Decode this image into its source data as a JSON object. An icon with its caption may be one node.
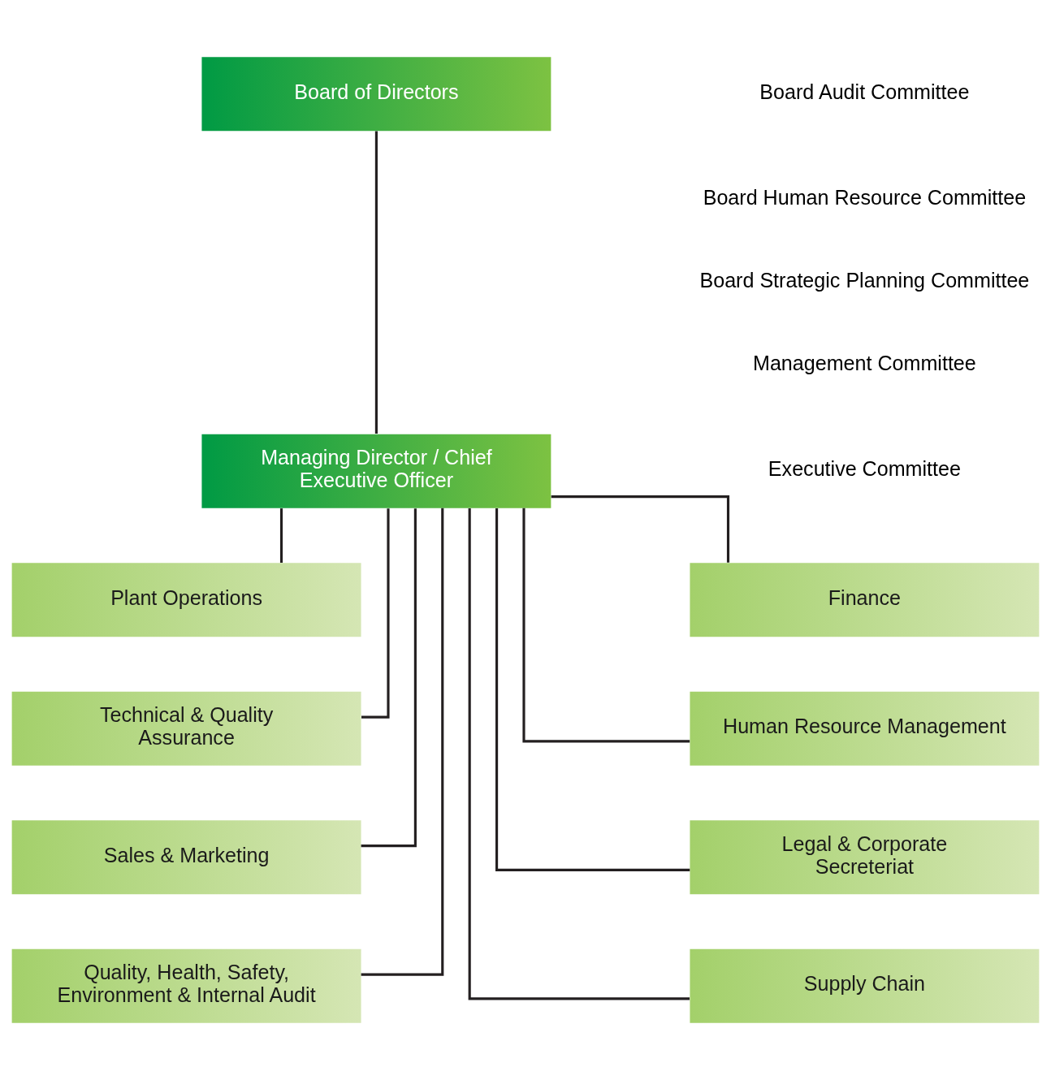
{
  "diagram": {
    "nodes": [
      {
        "text": [
          "Board of Directors"
        ]
      },
      {
        "text": [
          "Managing Director / Chief Executive Officer"
        ]
      },
      {
        "text": [
          "Finance"
        ]
      },
      {
        "text": [
          "Human Resource Management"
        ]
      },
      {
        "text": [
          "Legal & Corporate Secreteriat"
        ]
      },
      {
        "text": [
          "Supply Chain"
        ]
      },
      {
        "text": [
          "Plant Operations"
        ]
      },
      {
        "text": [
          "Technical & Quality Assurance"
        ]
      },
      {
        "text": [
          "Sales & Marketing"
        ]
      },
      {
        "text": [
          "Quality, Health, Safety, Environment & Internal Audit"
        ]
      }
    ],
    "edges": [
      {
        "from": 0,
        "to": 1,
        "arrow": "none"
      },
      {
        "from": 1,
        "to": 2,
        "arrow": "none"
      },
      {
        "from": 1,
        "to": 3,
        "arrow": "none"
      },
      {
        "from": 1,
        "to": 4,
        "arrow": "none"
      },
      {
        "from": 1,
        "to": 5,
        "arrow": "none"
      },
      {
        "from": 1,
        "to": 6,
        "arrow": "none"
      },
      {
        "from": 1,
        "to": 7,
        "arrow": "none"
      },
      {
        "from": 1,
        "to": 8,
        "arrow": "none"
      },
      {
        "from": 1,
        "to": 9,
        "arrow": "none"
      }
    ],
    "labels": [
      "Board Audit Committee",
      "Board Human Resource Committee",
      "Board Strategic Planning Committee",
      "Management Committee",
      "Executive Committee"
    ]
  }
}
